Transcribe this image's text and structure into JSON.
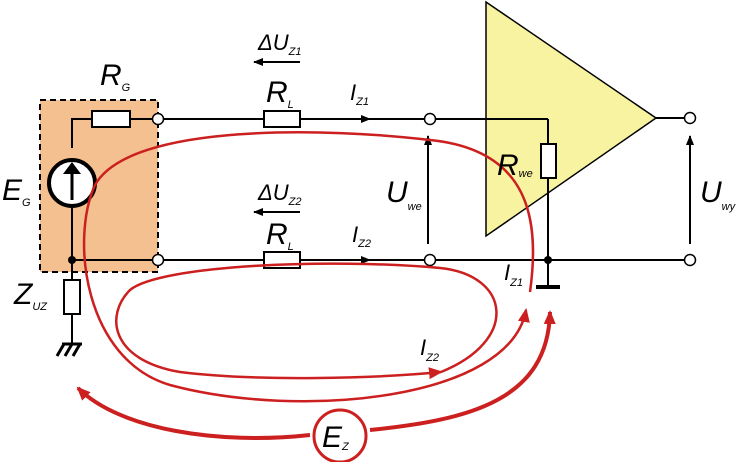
{
  "colors": {
    "wire": "#000000",
    "loop": "#cc1f1f",
    "generator_box": "#f4c08f",
    "amplifier": "#f8f3a0"
  },
  "labels": {
    "rg": {
      "main": "R",
      "sub": "G"
    },
    "rl1": {
      "main": "R",
      "sub": "L"
    },
    "rl2": {
      "main": "R",
      "sub": "L"
    },
    "du1": {
      "main": "ΔU",
      "sub": "Z1"
    },
    "du2": {
      "main": "ΔU",
      "sub": "Z2"
    },
    "iz1_top": {
      "main": "I",
      "sub": "Z1"
    },
    "iz2_bot": {
      "main": "I",
      "sub": "Z2"
    },
    "eg": {
      "main": "E",
      "sub": "G"
    },
    "zuz": {
      "main": "Z",
      "sub": "UZ"
    },
    "uwe": {
      "main": "U",
      "sub": "we"
    },
    "rwe": {
      "main": "R",
      "sub": "we"
    },
    "uwy": {
      "main": "U",
      "sub": "wy"
    },
    "iz1_loop": {
      "main": "I",
      "sub": "Z1"
    },
    "iz2_loop": {
      "main": "I",
      "sub": "Z2"
    },
    "ez": {
      "main": "E",
      "sub": "Z"
    }
  }
}
